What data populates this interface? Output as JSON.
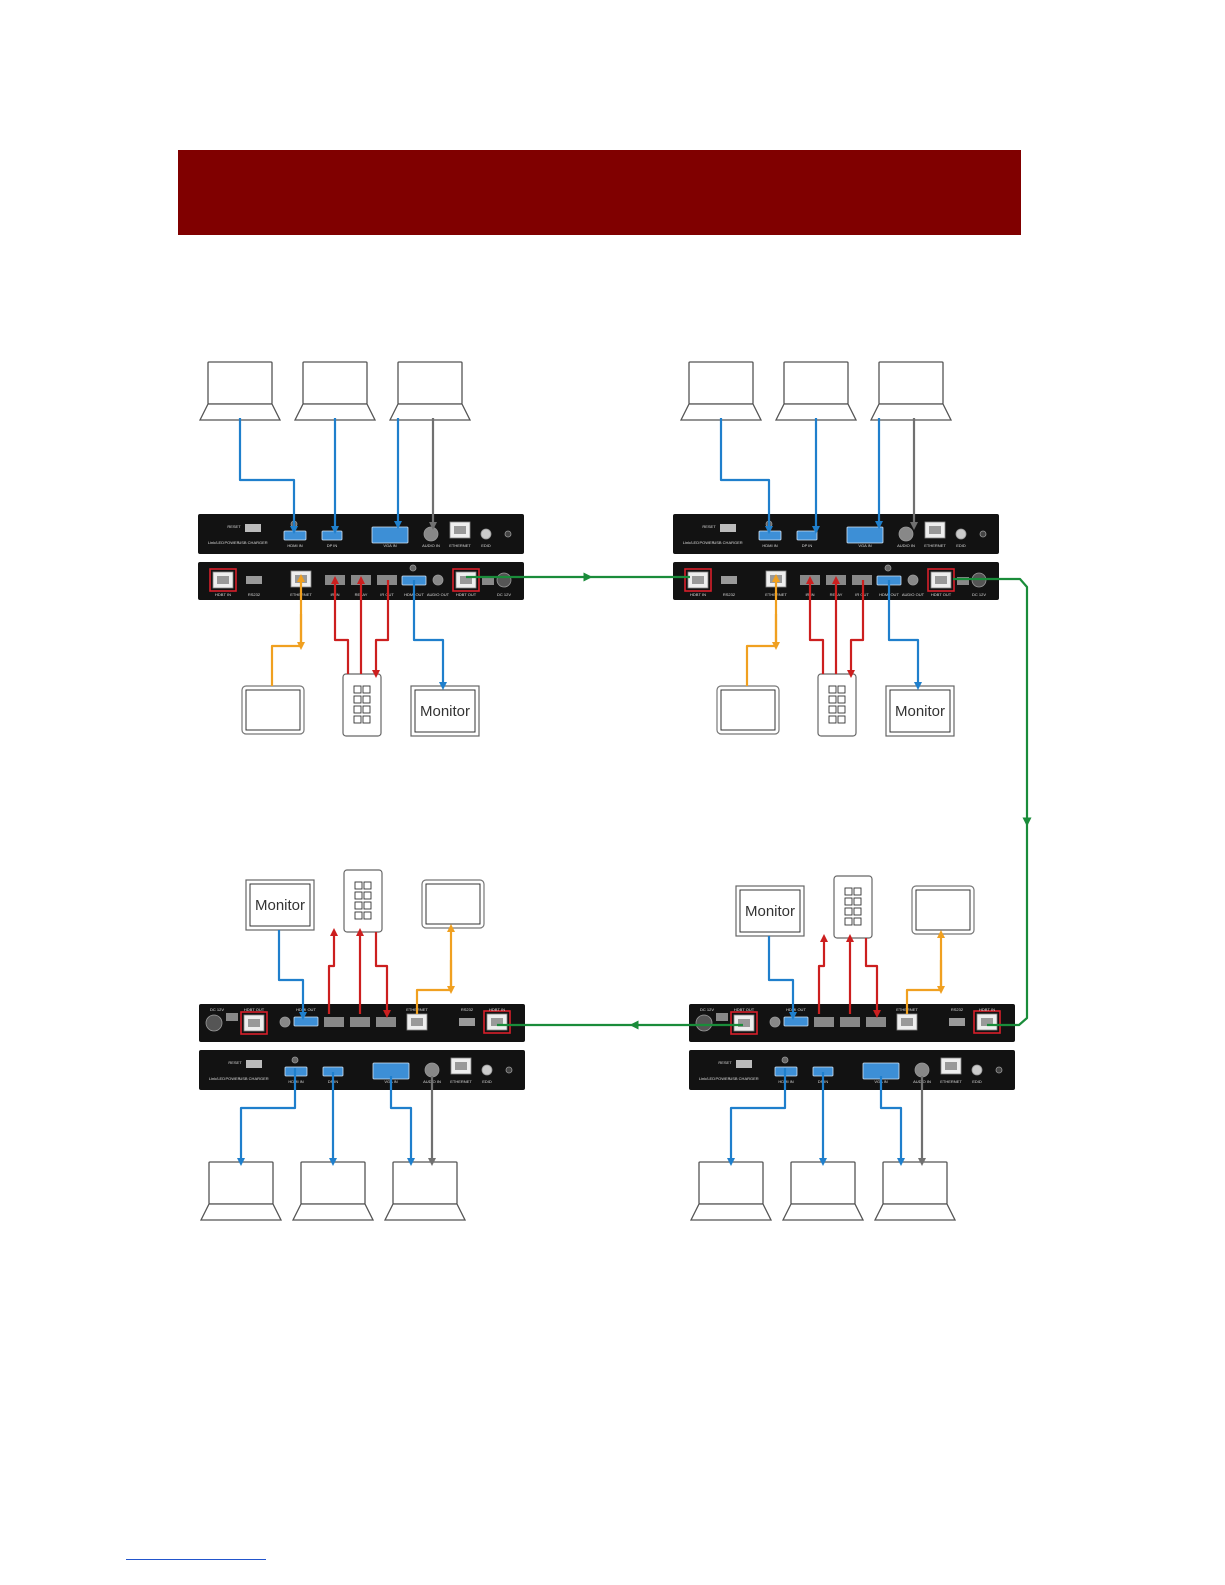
{
  "colors": {
    "banner": "#800000",
    "device": "#121212",
    "hdmi_video": "#1f7fcc",
    "audio": "#707070",
    "serial_ir_relay": "#cc1f1f",
    "ethernet_control": "#f0a020",
    "hdbaset_link": "#1a8c3a",
    "port": "#3d8fd6",
    "port_highlight": "#d81f2a"
  },
  "icons": {
    "source": "laptop-icon",
    "control_pad": "keypad-icon",
    "touch_panel": "touch-panel-icon",
    "display": "monitor-icon"
  },
  "labels": {
    "monitor": "Monitor",
    "lan_led": "Link/LED",
    "power": "POWER",
    "reset": "RESET",
    "usb_charger": "USB CHARGER",
    "hdmi_in": "HDMI IN",
    "dp_in": "DP IN",
    "vga_in": "VGA IN",
    "audio_in": "AUDIO IN",
    "ethernet": "ETHERNET",
    "edid": "EDID",
    "hdbt_in": "HDBT IN",
    "rs232": "RS232",
    "ir_in": "IR IN",
    "relay": "RELAY",
    "ir_out": "IR OUT",
    "hdmi_out": "HDMI OUT",
    "audio_out": "AUDIO OUT",
    "hdbt_out": "HDBT OUT",
    "dc_12v": "DC 12V"
  },
  "units": [
    {
      "id": "top-left",
      "flipped": false
    },
    {
      "id": "top-right",
      "flipped": false
    },
    {
      "id": "bottom-right",
      "flipped": true
    },
    {
      "id": "bottom-left",
      "flipped": true
    }
  ]
}
